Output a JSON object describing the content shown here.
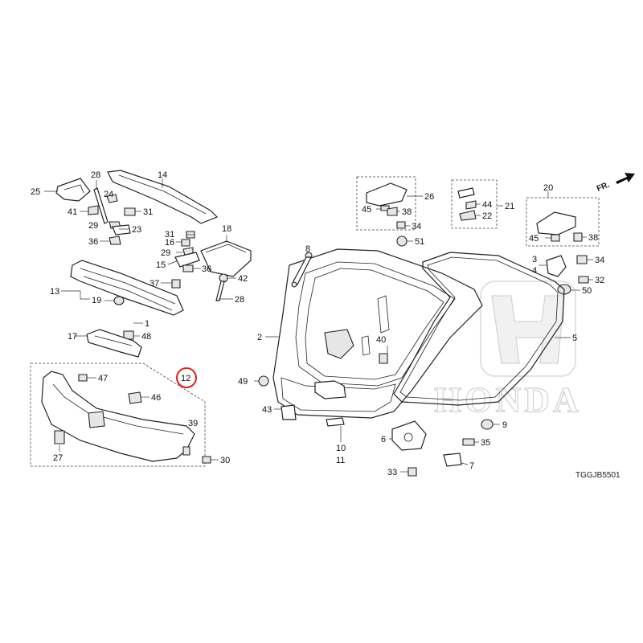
{
  "diagram": {
    "diagram_code": "TGGJB5501",
    "direction_label": "FR.",
    "watermark_text": "HONDA",
    "highlighted_part": "12",
    "callouts": [
      {
        "id": "c25",
        "num": "25"
      },
      {
        "id": "c28a",
        "num": "28"
      },
      {
        "id": "c14",
        "num": "14"
      },
      {
        "id": "c24",
        "num": "24"
      },
      {
        "id": "c41",
        "num": "41"
      },
      {
        "id": "c31a",
        "num": "31"
      },
      {
        "id": "c29a",
        "num": "29"
      },
      {
        "id": "c23",
        "num": "23"
      },
      {
        "id": "c36a",
        "num": "36"
      },
      {
        "id": "c31b",
        "num": "31"
      },
      {
        "id": "c16",
        "num": "16"
      },
      {
        "id": "c29b",
        "num": "29"
      },
      {
        "id": "c15",
        "num": "15"
      },
      {
        "id": "c36b",
        "num": "36"
      },
      {
        "id": "c18",
        "num": "18"
      },
      {
        "id": "c42",
        "num": "42"
      },
      {
        "id": "c28b",
        "num": "28"
      },
      {
        "id": "c37",
        "num": "37"
      },
      {
        "id": "c13",
        "num": "13"
      },
      {
        "id": "c19",
        "num": "19"
      },
      {
        "id": "c1",
        "num": "1"
      },
      {
        "id": "c17",
        "num": "17"
      },
      {
        "id": "c48",
        "num": "48"
      },
      {
        "id": "c47",
        "num": "47"
      },
      {
        "id": "c46",
        "num": "46"
      },
      {
        "id": "c12",
        "num": "12"
      },
      {
        "id": "c39",
        "num": "39"
      },
      {
        "id": "c27",
        "num": "27"
      },
      {
        "id": "c30",
        "num": "30"
      },
      {
        "id": "c8",
        "num": "8"
      },
      {
        "id": "c2",
        "num": "2"
      },
      {
        "id": "c49",
        "num": "49"
      },
      {
        "id": "c43",
        "num": "43"
      },
      {
        "id": "c10",
        "num": "10"
      },
      {
        "id": "c11",
        "num": "11"
      },
      {
        "id": "c26",
        "num": "26"
      },
      {
        "id": "c45a",
        "num": "45"
      },
      {
        "id": "c38a",
        "num": "38"
      },
      {
        "id": "c34a",
        "num": "34"
      },
      {
        "id": "c51",
        "num": "51"
      },
      {
        "id": "c44",
        "num": "44"
      },
      {
        "id": "c21",
        "num": "21"
      },
      {
        "id": "c22",
        "num": "22"
      },
      {
        "id": "c20",
        "num": "20"
      },
      {
        "id": "c45b",
        "num": "45"
      },
      {
        "id": "c38b",
        "num": "38"
      },
      {
        "id": "c3",
        "num": "3"
      },
      {
        "id": "c4",
        "num": "4"
      },
      {
        "id": "c34b",
        "num": "34"
      },
      {
        "id": "c32",
        "num": "32"
      },
      {
        "id": "c50",
        "num": "50"
      },
      {
        "id": "c5",
        "num": "5"
      },
      {
        "id": "c40",
        "num": "40"
      },
      {
        "id": "c9",
        "num": "9"
      },
      {
        "id": "c6",
        "num": "6"
      },
      {
        "id": "c35",
        "num": "35"
      },
      {
        "id": "c7",
        "num": "7"
      },
      {
        "id": "c33",
        "num": "33"
      }
    ]
  }
}
